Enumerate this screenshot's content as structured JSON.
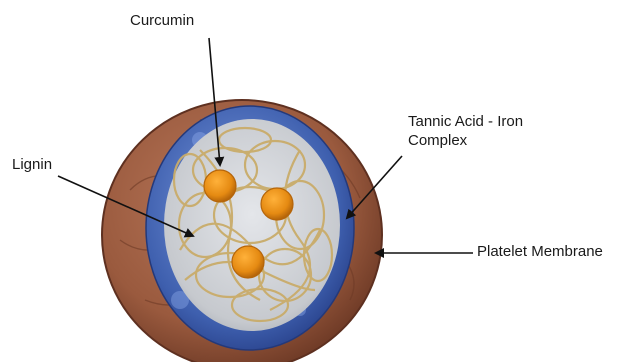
{
  "labels": {
    "curcumin": "Curcumin",
    "lignin": "Lignin",
    "tannic_line1": "Tannic Acid - Iron",
    "tannic_line2": "Complex",
    "platelet": "Platelet Membrane"
  },
  "colors": {
    "membrane": "#9a5a3e",
    "membrane_dark": "#6e3a26",
    "tannic_iron": "#3e5fae",
    "tannic_iron_light": "#6f8fd6",
    "core": "#c9cbd0",
    "fiber": "#c9ac6a",
    "curcumin": "#e58a12",
    "curcumin_edge": "#b5650a",
    "arrow": "#111111"
  }
}
